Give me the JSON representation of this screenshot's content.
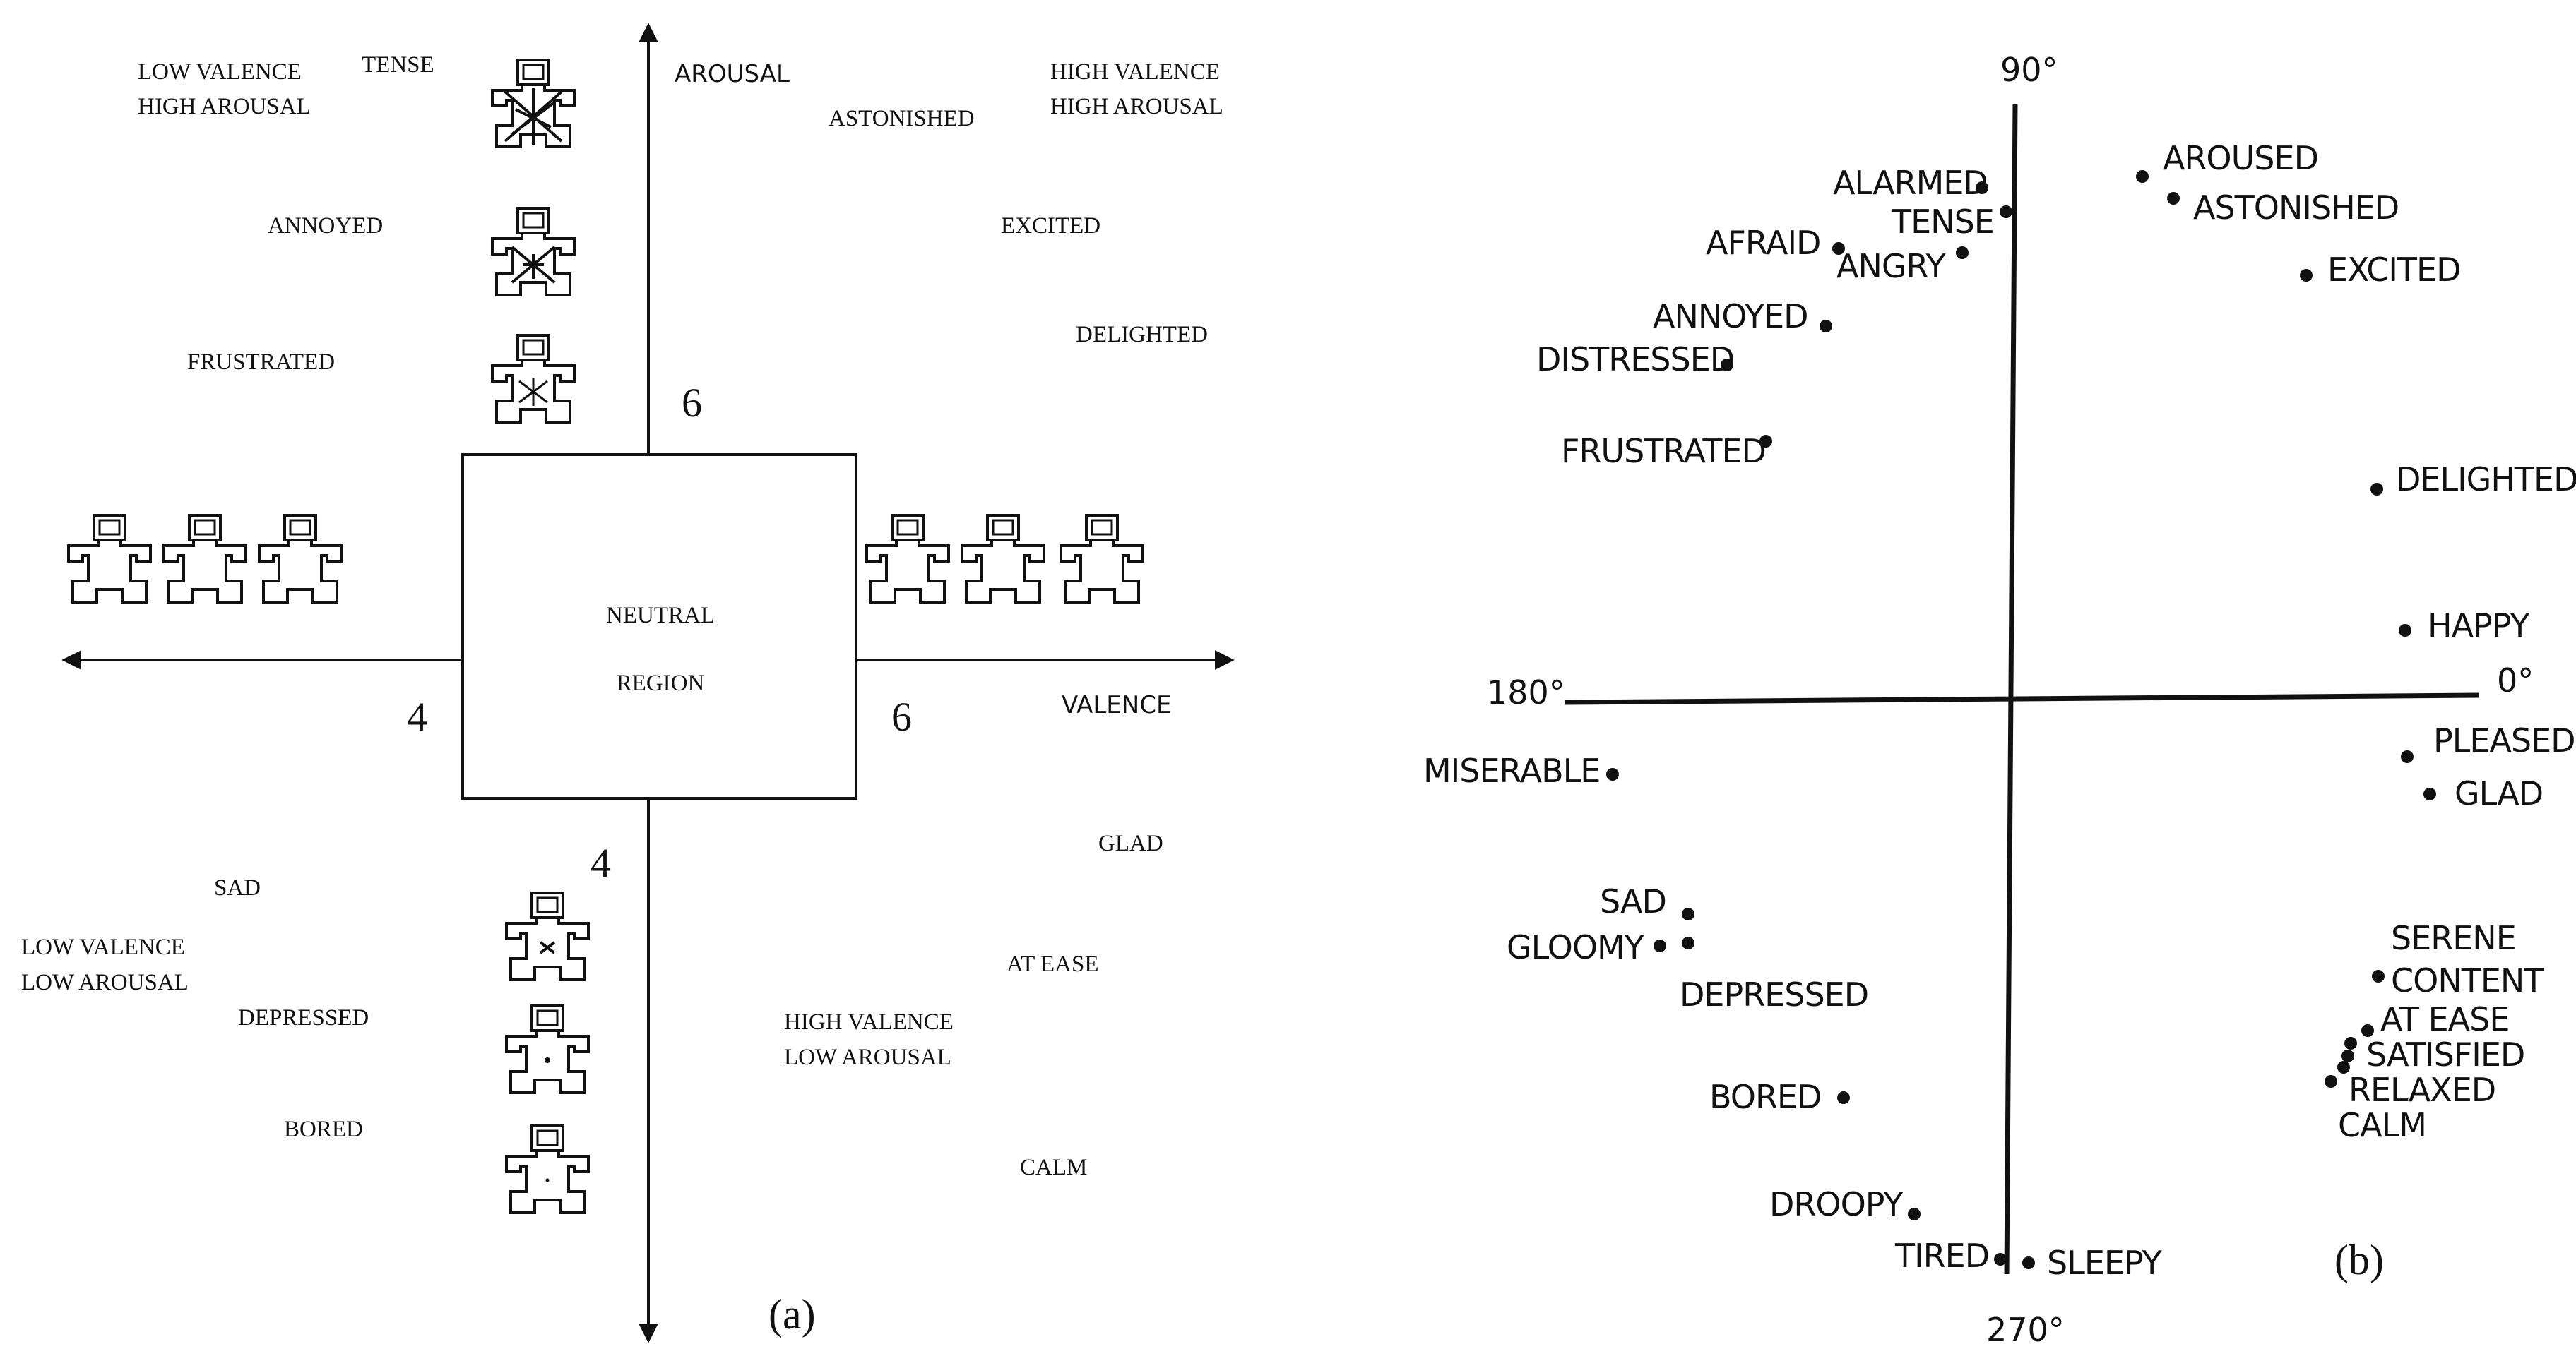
{
  "panel_a": {
    "axes": {
      "arousal": "AROUSAL",
      "valence": "VALENCE"
    },
    "neutral": {
      "line1": "NEUTRAL",
      "line2": "REGION"
    },
    "thresholds": {
      "arousal_high": "6",
      "arousal_low": "4",
      "valence_high": "6",
      "valence_low": "4"
    },
    "quadrants": {
      "top_left": [
        "LOW VALENCE",
        "HIGH AROUSAL"
      ],
      "top_right": [
        "HIGH VALENCE",
        "HIGH AROUSAL"
      ],
      "bottom_left": [
        "LOW VALENCE",
        "LOW AROUSAL"
      ],
      "bottom_right": [
        "HIGH VALENCE",
        "LOW AROUSAL"
      ]
    },
    "emotions": [
      "TENSE",
      "ANNOYED",
      "FRUSTRATED",
      "ASTONISHED",
      "EXCITED",
      "DELIGHTED",
      "SAD",
      "DEPRESSED",
      "BORED",
      "GLAD",
      "AT EASE",
      "CALM"
    ],
    "label": "(a)"
  },
  "panel_b": {
    "degrees": {
      "top": "90°",
      "left": "180°",
      "right": "0°",
      "bottom": "270°"
    },
    "emotions": [
      "ALARMED",
      "TENSE",
      "AFRAID",
      "ANGRY",
      "ANNOYED",
      "DISTRESSED",
      "FRUSTRATED",
      "AROUSED",
      "ASTONISHED",
      "EXCITED",
      "DELIGHTED",
      "HAPPY",
      "PLEASED",
      "GLAD",
      "MISERABLE",
      "SAD",
      "GLOOMY",
      "DEPRESSED",
      "BORED",
      "DROOPY",
      "TIRED",
      "SLEEPY",
      "SERENE",
      "CONTENT",
      "AT EASE",
      "SATISFIED",
      "RELAXED",
      "CALM"
    ],
    "label": "(b)"
  },
  "colors": {
    "ink": "#111111",
    "background": "#ffffff"
  }
}
